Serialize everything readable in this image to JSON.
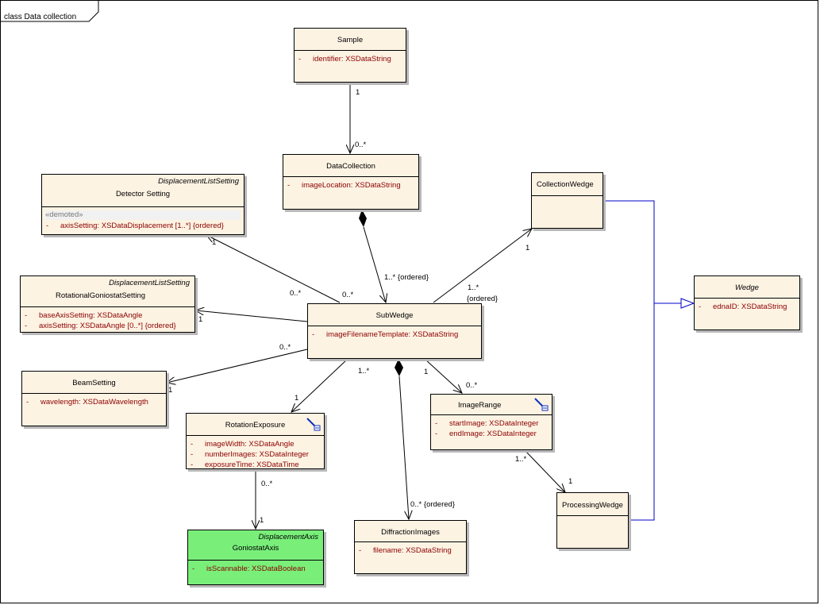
{
  "frame": {
    "label": "class Data collection"
  },
  "classes": {
    "sample": {
      "name": "Sample",
      "attrs": [
        {
          "vis": "-",
          "text": "identifier:  XSDataString"
        }
      ]
    },
    "data_collection": {
      "name": "DataCollection",
      "attrs": [
        {
          "vis": "-",
          "text": "imageLocation:  XSDataString"
        }
      ]
    },
    "detector_setting": {
      "stereotype": "DisplacementListSetting",
      "name": "Detector Setting",
      "demoted": "«demoted»",
      "attrs": [
        {
          "vis": "-",
          "text": "axisSetting:  XSDataDisplacement [1..*] {ordered}"
        }
      ]
    },
    "rotational_goniostat_setting": {
      "stereotype": "DisplacementListSetting",
      "name": "RotationalGoniostatSetting",
      "attrs": [
        {
          "vis": "-",
          "text": "baseAxisSetting:  XSDataAngle"
        },
        {
          "vis": "-",
          "text": "axisSetting:  XSDataAngle [0..*] {ordered}"
        }
      ]
    },
    "collection_wedge": {
      "name": "CollectionWedge"
    },
    "sub_wedge": {
      "name": "SubWedge",
      "attrs": [
        {
          "vis": "-",
          "text": "imageFilenameTemplate:  XSDataString"
        }
      ]
    },
    "wedge": {
      "name": "Wedge",
      "attrs": [
        {
          "vis": "-",
          "text": "ednaID:  XSDataString"
        }
      ]
    },
    "beam_setting": {
      "name": "BeamSetting",
      "attrs": [
        {
          "vis": "-",
          "text": "wavelength:  XSDataWavelength"
        }
      ]
    },
    "rotation_exposure": {
      "name": "RotationExposure",
      "attrs": [
        {
          "vis": "-",
          "text": "imageWidth:  XSDataAngle"
        },
        {
          "vis": "-",
          "text": "numberImages:  XSDataInteger"
        },
        {
          "vis": "-",
          "text": "exposureTime:  XSDataTime"
        }
      ]
    },
    "image_range": {
      "name": "ImageRange",
      "attrs": [
        {
          "vis": "-",
          "text": "startImage:  XSDataInteger"
        },
        {
          "vis": "-",
          "text": "endImage:  XSDataInteger"
        }
      ]
    },
    "processing_wedge": {
      "name": "ProcessingWedge"
    },
    "diffraction_images": {
      "name": "DiffractionImages",
      "attrs": [
        {
          "vis": "-",
          "text": "filename:  XSDataString"
        }
      ]
    },
    "goniostat_axis": {
      "stereotype": "DisplacementAxis",
      "name": "GoniostatAxis",
      "attrs": [
        {
          "vis": "-",
          "text": "isScannable:  XSDataBoolean"
        }
      ]
    }
  },
  "multiplicities": {
    "sample_dc_src": "1",
    "sample_dc_tgt": "0..*",
    "dc_subwedge": "1..* {ordered}",
    "detector_src": "0..*",
    "detector_tgt": "1",
    "subwedge_detector_src": "0..*",
    "rotgon_tgt": "1",
    "beam_src": "0..*",
    "beam_tgt": "1",
    "collwedge_tgt": "1",
    "collwedge_src_a": "1..*",
    "collwedge_src_b": "{ordered}",
    "rotexp_src": "1..*",
    "rotexp_tgt": "1",
    "imgrange_src": "1",
    "imgrange_tgt": "0..*",
    "diffimg_tgt": "0..* {ordered}",
    "goniostat_src": "0..*",
    "goniostat_tgt": "1",
    "procwedge_src": "1..*",
    "procwedge_tgt": "1"
  },
  "colors": {
    "class_fill": "#fdf3e3",
    "attr_text": "#8b0000",
    "highlight_fill": "#79ef7a",
    "generalization_line": "#0000c8"
  }
}
